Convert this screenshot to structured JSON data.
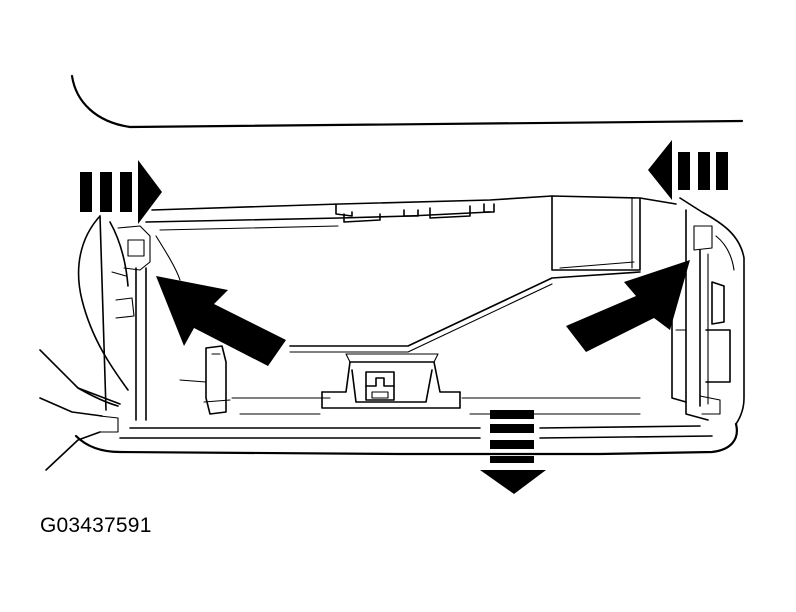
{
  "figure": {
    "id_label": "G03437591"
  },
  "colors": {
    "line": "#000000",
    "background": "#ffffff"
  },
  "annotations": [
    {
      "name": "push-right-arrow",
      "meaning": "slide-direction",
      "direction": "right"
    },
    {
      "name": "push-left-arrow",
      "meaning": "slide-direction",
      "direction": "left"
    },
    {
      "name": "pull-down-arrow",
      "meaning": "slide-direction",
      "direction": "down"
    },
    {
      "name": "left-clip-pointer",
      "meaning": "pointer",
      "direction": "up-left"
    },
    {
      "name": "right-clip-pointer",
      "meaning": "pointer",
      "direction": "up-right"
    }
  ]
}
